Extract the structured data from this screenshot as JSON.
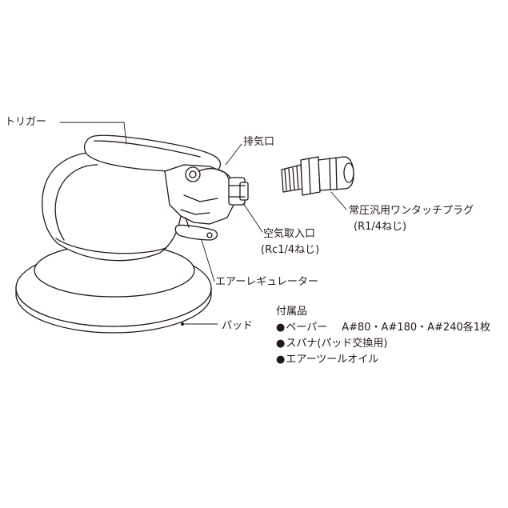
{
  "labels": {
    "trigger": "トリガー",
    "exhaust": "排気口",
    "plug_line1": "常圧汎用ワンタッチプラグ",
    "plug_line2": "(R1/4ねじ)",
    "intake_line1": "空気取入口",
    "intake_line2": "(Rc1/4ねじ)",
    "regulator": "エアーレギュレーター",
    "pad": "パッド"
  },
  "accessories": {
    "heading": "付属品",
    "bullet": "●",
    "items": [
      {
        "name": "ペーパー",
        "detail": "A#80・A#180・A#240各1枚"
      },
      {
        "name": "スパナ(パッド交換用)",
        "detail": ""
      },
      {
        "name": "エアーツールオイル",
        "detail": ""
      }
    ]
  },
  "colors": {
    "line": "#231815",
    "background": "#ffffff"
  }
}
